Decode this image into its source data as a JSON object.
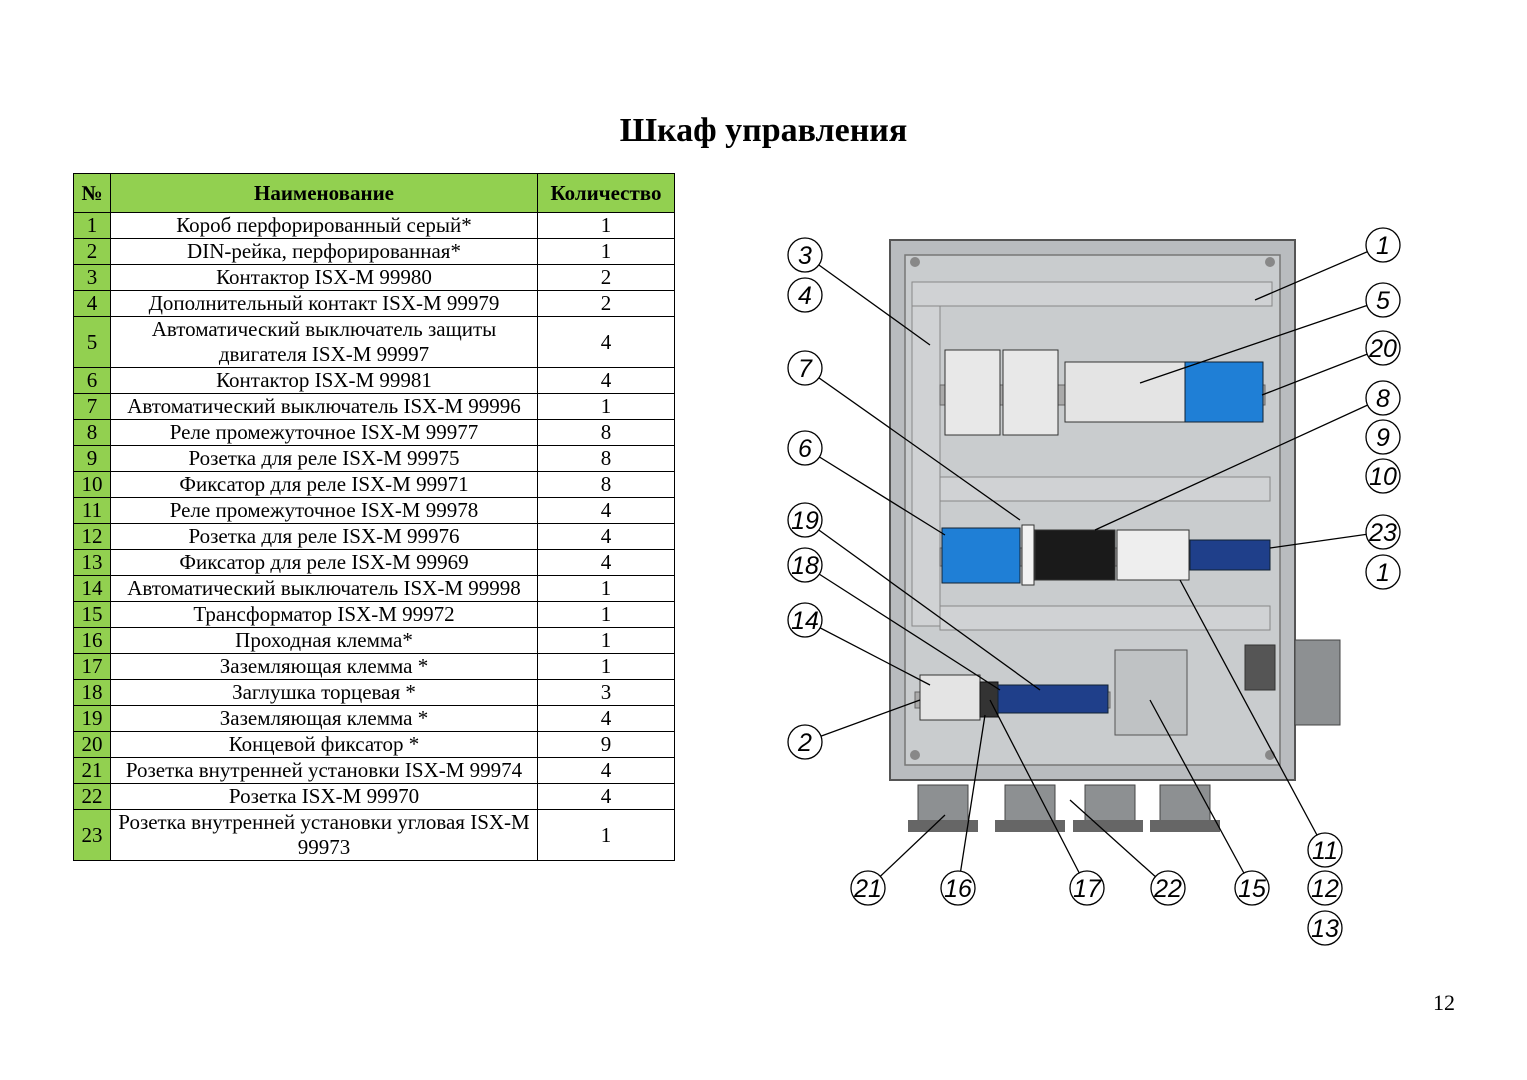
{
  "title": "Шкаф управления",
  "page_number": "12",
  "table": {
    "headers": [
      "№",
      "Наименование",
      "Количество"
    ],
    "rows": [
      {
        "n": "1",
        "name": "Короб перфорированный серый*",
        "qty": "1"
      },
      {
        "n": "2",
        "name": "DIN-рейка, перфорированная*",
        "qty": "1"
      },
      {
        "n": "3",
        "name": "Контактор ISX-M 99980",
        "qty": "2"
      },
      {
        "n": "4",
        "name": "Дополнительный контакт ISX-M 99979",
        "qty": "2"
      },
      {
        "n": "5",
        "name": "Автоматический выключатель защиты двигателя ISX-M 99997",
        "qty": "4"
      },
      {
        "n": "6",
        "name": "Контактор ISX-M 99981",
        "qty": "4"
      },
      {
        "n": "7",
        "name": "Автоматический выключатель ISX-M 99996",
        "qty": "1"
      },
      {
        "n": "8",
        "name": "Реле промежуточное ISX-M 99977",
        "qty": "8"
      },
      {
        "n": "9",
        "name": "Розетка для реле ISX-M 99975",
        "qty": "8"
      },
      {
        "n": "10",
        "name": "Фиксатор для реле ISX-M 99971",
        "qty": "8"
      },
      {
        "n": "11",
        "name": "Реле промежуточное ISX-M 99978",
        "qty": "4"
      },
      {
        "n": "12",
        "name": "Розетка для реле ISX-M 99976",
        "qty": "4"
      },
      {
        "n": "13",
        "name": "Фиксатор для реле ISX-M 99969",
        "qty": "4"
      },
      {
        "n": "14",
        "name": "Автоматический выключатель ISX-M 99998",
        "qty": "1"
      },
      {
        "n": "15",
        "name": "Трансформатор ISX-M 99972",
        "qty": "1"
      },
      {
        "n": "16",
        "name": "Проходная клемма*",
        "qty": "1"
      },
      {
        "n": "17",
        "name": "Заземляющая клемма *",
        "qty": "1"
      },
      {
        "n": "18",
        "name": "Заглушка торцевая *",
        "qty": "3"
      },
      {
        "n": "19",
        "name": "Заземляющая клемма *",
        "qty": "4"
      },
      {
        "n": "20",
        "name": "Концевой фиксатор *",
        "qty": "9"
      },
      {
        "n": "21",
        "name": "Розетка внутренней установки ISX-M 99974",
        "qty": "4"
      },
      {
        "n": "22",
        "name": "Розетка ISX-M 99970",
        "qty": "4"
      },
      {
        "n": "23",
        "name": "Розетка внутренней установки угловая ISX-M 99973",
        "qty": "1"
      }
    ]
  },
  "drawing": {
    "callouts": [
      "1",
      "2",
      "3",
      "4",
      "5",
      "6",
      "7",
      "8",
      "9",
      "10",
      "11",
      "12",
      "13",
      "14",
      "15",
      "16",
      "17",
      "18",
      "19",
      "20",
      "21",
      "22",
      "23"
    ]
  }
}
